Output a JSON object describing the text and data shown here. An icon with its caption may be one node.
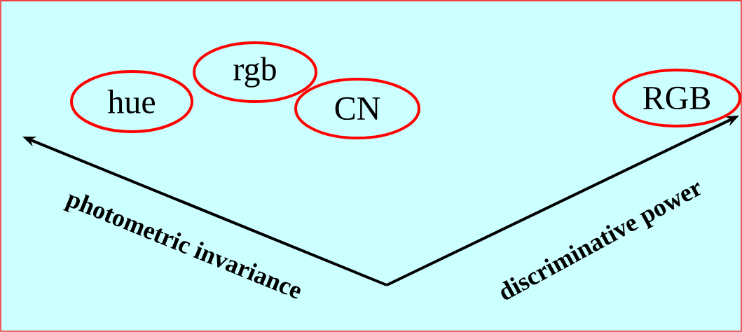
{
  "diagram": {
    "nodes": [
      {
        "text": [
          "hue"
        ]
      },
      {
        "text": [
          "rgb"
        ]
      },
      {
        "text": [
          "CN"
        ]
      },
      {
        "text": [
          "RGB"
        ]
      }
    ],
    "labels": [
      "photometric invariance",
      "discriminative power"
    ]
  }
}
